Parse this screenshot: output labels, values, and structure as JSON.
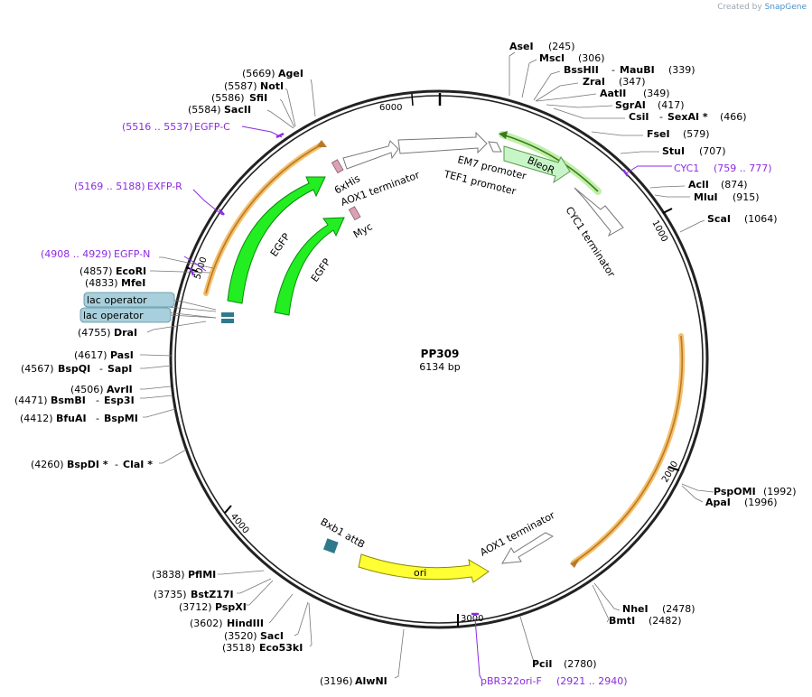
{
  "brand": {
    "prefix": "Created by",
    "name": "SnapGene"
  },
  "plasmid": {
    "name": "PP309",
    "size_label": "6134 bp"
  },
  "ticks": [
    "1000",
    "2000",
    "3000",
    "4000",
    "5000",
    "6000"
  ],
  "features": {
    "em7": "EM7 promoter",
    "tef1": "TEF1 promoter",
    "bleor": "BleoR",
    "cyc1t": "CYC1 terminator",
    "his": "6xHis",
    "aox1t_top": "AOX1 terminator",
    "egfp_outer": "EGFP",
    "egfp_inner": "EGFP",
    "myc": "Myc",
    "bxb1": "Bxb1 attB",
    "ori": "ori",
    "aox1t_bottom": "AOX1 terminator"
  },
  "boxed_labels": [
    "lac operator",
    "lac operator"
  ],
  "enzymes_right": [
    {
      "name": "AseI",
      "pos": "(245)"
    },
    {
      "name": "MscI",
      "pos": "(306)"
    },
    {
      "name": "BssHII",
      "name2": "MauBI",
      "pos": "(339)"
    },
    {
      "name": "ZraI",
      "pos": "(347)"
    },
    {
      "name": "AatII",
      "pos": "(349)"
    },
    {
      "name": "SgrAI",
      "pos": "(417)"
    },
    {
      "name": "CsiI",
      "name2": "SexAI *",
      "pos": "(466)"
    },
    {
      "name": "FseI",
      "pos": "(579)"
    },
    {
      "name": "StuI",
      "pos": "(707)"
    },
    {
      "name": "AclI",
      "pos": "(874)"
    },
    {
      "name": "MluI",
      "pos": "(915)"
    },
    {
      "name": "ScaI",
      "pos": "(1064)"
    },
    {
      "name": "PspOMI",
      "pos": "(1992)"
    },
    {
      "name": "ApaI",
      "pos": "(1996)"
    },
    {
      "name": "NheI",
      "pos": "(2478)"
    },
    {
      "name": "BmtI",
      "pos": "(2482)"
    },
    {
      "name": "PciI",
      "pos": "(2780)"
    }
  ],
  "enzymes_left": [
    {
      "name": "AgeI",
      "pos": "(5669)"
    },
    {
      "name": "NotI",
      "pos": "(5587)"
    },
    {
      "name": "SfiI",
      "pos": "(5586)"
    },
    {
      "name": "SacII",
      "pos": "(5584)"
    },
    {
      "name": "EcoRI",
      "pos": "(4857)"
    },
    {
      "name": "MfeI",
      "pos": "(4833)"
    },
    {
      "name": "DraI",
      "pos": "(4755)"
    },
    {
      "name": "PasI",
      "pos": "(4617)"
    },
    {
      "name": "BspQI",
      "name2": "SapI",
      "pos": "(4567)"
    },
    {
      "name": "AvrII",
      "pos": "(4506)"
    },
    {
      "name": "BsmBI",
      "name2": "Esp3I",
      "pos": "(4471)"
    },
    {
      "name": "BfuAI",
      "name2": "BspMI",
      "pos": "(4412)"
    },
    {
      "name": "BspDI *",
      "name2": "ClaI *",
      "pos": "(4260)"
    },
    {
      "name": "PflMI",
      "pos": "(3838)"
    },
    {
      "name": "BstZ17I",
      "pos": "(3735)"
    },
    {
      "name": "PspXI",
      "pos": "(3712)"
    },
    {
      "name": "HindIII",
      "pos": "(3602)"
    },
    {
      "name": "SacI",
      "pos": "(3520)"
    },
    {
      "name": "Eco53kI",
      "pos": "(3518)"
    },
    {
      "name": "AlwNI",
      "pos": "(3196)"
    }
  ],
  "primers": [
    {
      "range": "(5516 .. 5537)",
      "name": "EGFP-C"
    },
    {
      "range": "(5169 .. 5188)",
      "name": "EXFP-R"
    },
    {
      "range": "(4908 .. 4929)",
      "name": "EGFP-N"
    },
    {
      "name": "CYC1",
      "range": "(759 .. 777)"
    },
    {
      "name": "pBR322ori-F",
      "range": "(2921 .. 2940)"
    }
  ],
  "colors": {
    "backbone": "#000000",
    "egfp": "#22ee22",
    "bleor": "#c8f5c8",
    "ori": "#ffff33",
    "bxb1": "#2e7a8c",
    "myc": "#d9a3b5",
    "lac_box": "#a8d0dc",
    "primer": "#8b2be2",
    "orange_highlight": "#f5c06a"
  }
}
